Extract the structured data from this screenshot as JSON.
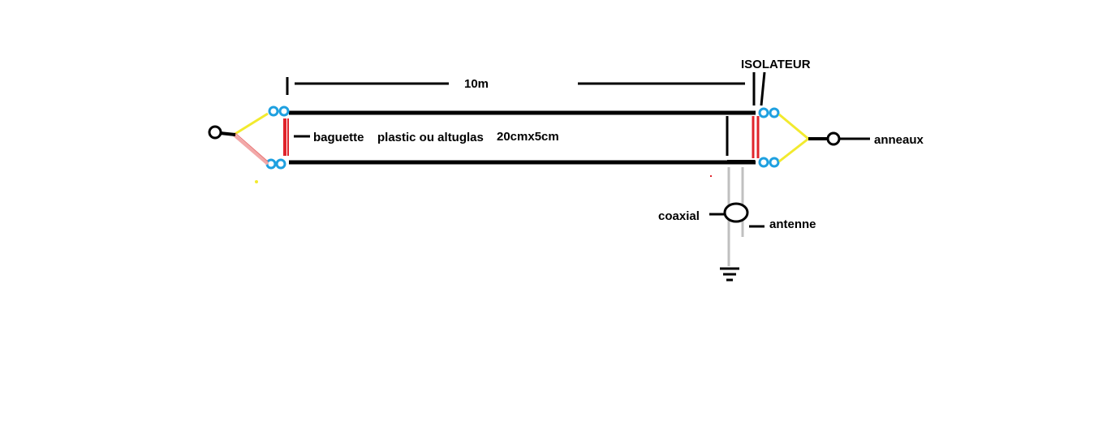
{
  "labels": {
    "length": "10m",
    "isolator": "ISOLATEUR",
    "spacer": "baguette",
    "spacer_material": "plastic ou altuglas",
    "spacer_size": "20cmx5cm",
    "rings": "anneaux",
    "coax": "coaxial",
    "antenna": "antenne"
  },
  "colors": {
    "wire": "#000000",
    "spacer": "#e0242b",
    "insulator": "#1ea0e0",
    "guy_rope": "#f2ea2e",
    "guy_rope_alt": "#f2a8a8",
    "feedline": "#c0c0c0"
  },
  "icons": {
    "ground": "ground-symbol-icon",
    "ring": "ring-icon",
    "insulator": "double-ring-insulator-icon",
    "choke": "coax-choke-icon"
  }
}
